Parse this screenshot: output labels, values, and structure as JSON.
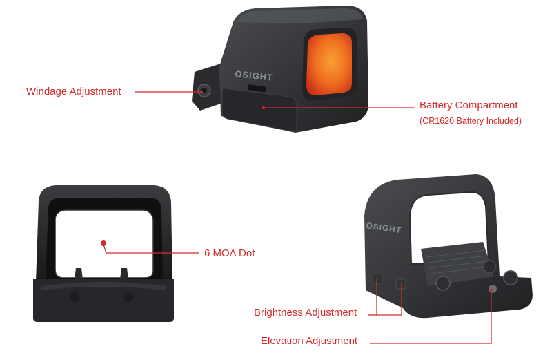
{
  "colors": {
    "callout": "#d42a2a",
    "housing": "#2c2e30",
    "housing_dark": "#1c1d1f",
    "lens_orange": "#f07a1e",
    "lens_red": "#e8361c"
  },
  "callouts": {
    "windage": "Windage Adjustment",
    "battery": "Battery Compartment",
    "battery_note": "(CR1620 Battery Included)",
    "dot": "6 MOA Dot",
    "brightness": "Brightness Adjustment",
    "elevation": "Elevation Adjustment"
  },
  "product": {
    "logo_text": "OSIGHT"
  }
}
